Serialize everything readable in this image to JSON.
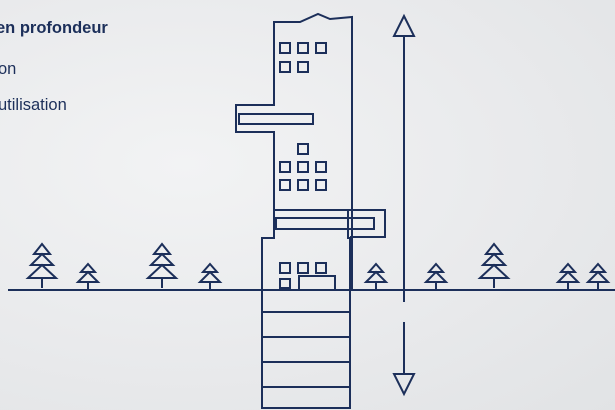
{
  "legend": {
    "heading": "en profondeur",
    "item_1": "on",
    "item_2": "utilisation"
  },
  "colors": {
    "stroke": "#1c2f5a",
    "background": "#e9eaec"
  },
  "icons": [
    "tall-building-icon",
    "tree-icon",
    "height-arrow-icon",
    "depth-arrow-icon"
  ]
}
